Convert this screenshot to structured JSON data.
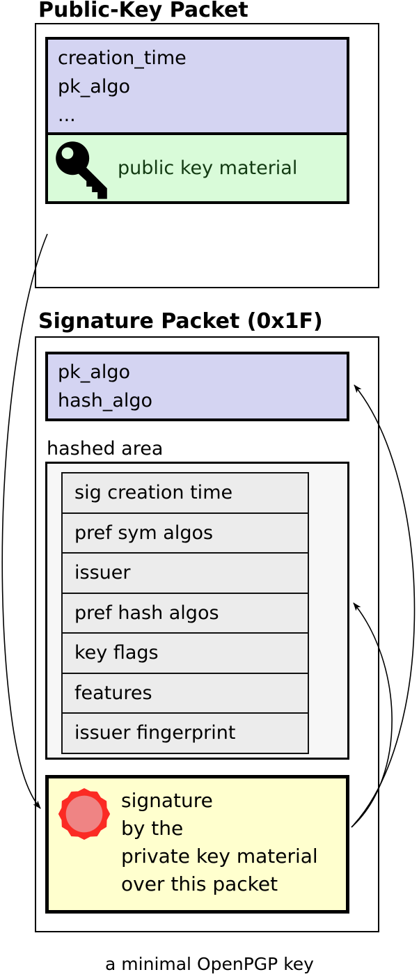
{
  "pk_packet": {
    "title": "Public-Key Packet",
    "header_fields": [
      "creation_time",
      "pk_algo",
      "..."
    ],
    "material_label": "public key material"
  },
  "sig_packet": {
    "title": "Signature Packet (0x1F)",
    "algo_fields": [
      "pk_algo",
      "hash_algo"
    ],
    "hashed_area_label": "hashed area",
    "subpackets": [
      "sig creation time",
      "pref sym algos",
      "issuer",
      "pref hash algos",
      "key flags",
      "features",
      "issuer fingerprint"
    ],
    "signature_lines": [
      "signature",
      "by the",
      "private key material",
      "over this packet"
    ]
  },
  "caption": "a minimal OpenPGP key",
  "icons": {
    "key": "key-icon",
    "seal": "signature-seal-icon"
  },
  "colors": {
    "field_fill": "#d4d4f2",
    "material_fill": "#d9fbd9",
    "material_text": "#123a12",
    "hashed_fill": "#f7f7f7",
    "subpacket_fill": "#ececec",
    "signature_fill": "#ffffce",
    "seal_ring": "#fb2b24",
    "seal_center": "#ef8484",
    "line": "#000000"
  }
}
